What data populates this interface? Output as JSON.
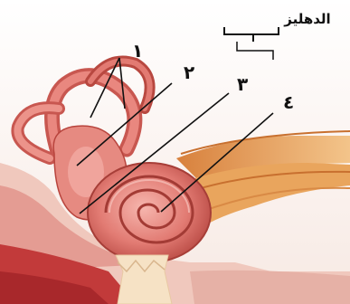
{
  "diagram": {
    "labels": [
      {
        "id": "label-1",
        "text": "١"
      },
      {
        "id": "label-2",
        "text": "٢"
      },
      {
        "id": "label-3",
        "text": "٣"
      },
      {
        "id": "label-4",
        "text": "٤"
      }
    ],
    "vestibule_label": "الدهليز"
  },
  "colors": {
    "tissue": "#e8a09a",
    "canal": "#d9675f",
    "canal_dark": "#b8443d",
    "cochlea": "#e9837c",
    "nerve": "#e6a055",
    "base": "#c23a3a",
    "bone": "#f4d7c7",
    "ink": "#111111"
  }
}
